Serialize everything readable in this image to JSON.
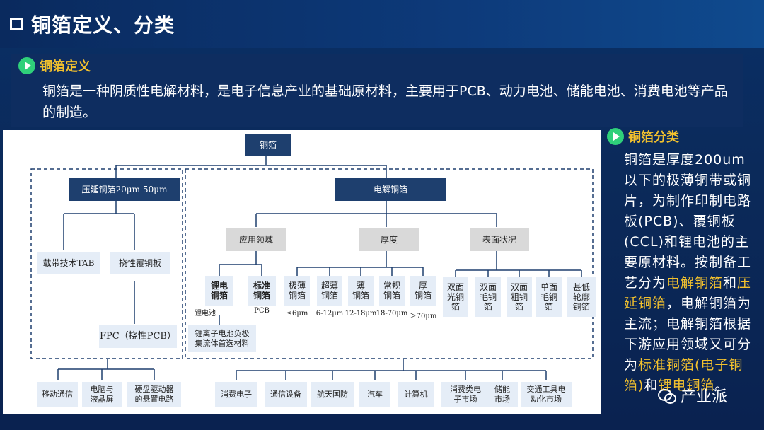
{
  "page": {
    "title": "铜箔定义、分类"
  },
  "definition": {
    "heading": "铜箔定义",
    "text": "铜箔是一种阴质性电解材料，是电子信息产业的基础原材料，主要用于PCB、动力电池、储能电池、消费电池等产品的制造。"
  },
  "classification": {
    "heading": "铜箔分类",
    "p1": "铜箔是厚度200um以下的极薄铜带或铜片，为制作印制电路板(PCB)、覆铜板(CCL)和锂电池的主要原材料。按制备工艺分为",
    "h1": "电解铜箔",
    "p2": "和",
    "h2": "压延铜箔",
    "p3": "，电解铜箔为主流；电解铜箔根据下游应用领域又可分为",
    "h3": "标准铜箔(电子铜箔)",
    "p4": "和",
    "h4": "锂电铜箔",
    "p5": "。"
  },
  "diagram": {
    "root": "铜箔",
    "rolled": {
      "label": "压延铜箔20μm-50μm",
      "tab": "载带技术TAB",
      "flex": "挠性覆铜板",
      "fpc": "FPC（挠性PCB）",
      "apps": [
        "移动通信",
        "电脑与\n液晶屏",
        "硬盘驱动器\n的悬置电路"
      ]
    },
    "electro": {
      "label": "电解铜箔",
      "groups": [
        "应用领域",
        "厚度",
        "表面状况"
      ],
      "application": [
        {
          "label": "锂电\n铜箔",
          "sub": "锂电池"
        },
        {
          "label": "标准\n铜箔",
          "sub": "PCB"
        }
      ],
      "lithium_note": "锂离子电池负极\n集流体首选材料",
      "thickness": [
        {
          "label": "极薄\n铜箔",
          "sub": "≤6μm"
        },
        {
          "label": "超薄\n铜箔",
          "sub": "6-12μm"
        },
        {
          "label": "薄\n铜箔",
          "sub": "12-18μm"
        },
        {
          "label": "常规\n铜箔",
          "sub": "18-70μm"
        },
        {
          "label": "厚\n铜箔",
          "sub": "＞70μm"
        }
      ],
      "surface": [
        "双面\n光铜\n箔",
        "双面\n毛铜\n箔",
        "双面\n粗铜\n箔",
        "单面\n毛铜\n箔",
        "甚低\n轮廓\n铜箔"
      ],
      "apps": [
        "消费电子",
        "通信设备",
        "航天国防",
        "汽车",
        "计算机",
        "消费类电\n子市场",
        "储能\n市场",
        "交通工具电\n动化市场"
      ]
    }
  },
  "watermark": "产业派"
}
